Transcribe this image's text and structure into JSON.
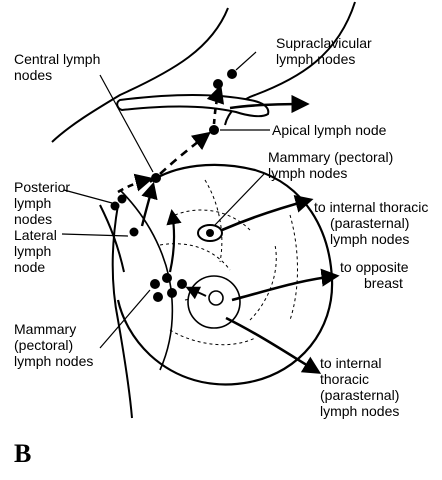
{
  "labels": {
    "central": [
      "Central lymph",
      "nodes"
    ],
    "supraclavicular": [
      "Supraclavicular",
      "lymph nodes"
    ],
    "apical": [
      "Apical lymph node"
    ],
    "mammary_upper": [
      "Mammary (pectoral)",
      "lymph nodes"
    ],
    "posterior": [
      "Posterior",
      "lymph",
      "nodes"
    ],
    "internal_upper": [
      "to internal thoracic",
      "(parasternal)",
      "lymph nodes"
    ],
    "lateral": [
      "Lateral",
      "lymph",
      "node"
    ],
    "opposite": [
      "to opposite",
      "breast"
    ],
    "mammary_lower": [
      "Mammary",
      "(pectoral)",
      "lymph nodes"
    ],
    "internal_lower": [
      "to internal",
      "thoracic",
      "(parasternal)",
      "lymph nodes"
    ]
  },
  "panel_label": "B"
}
